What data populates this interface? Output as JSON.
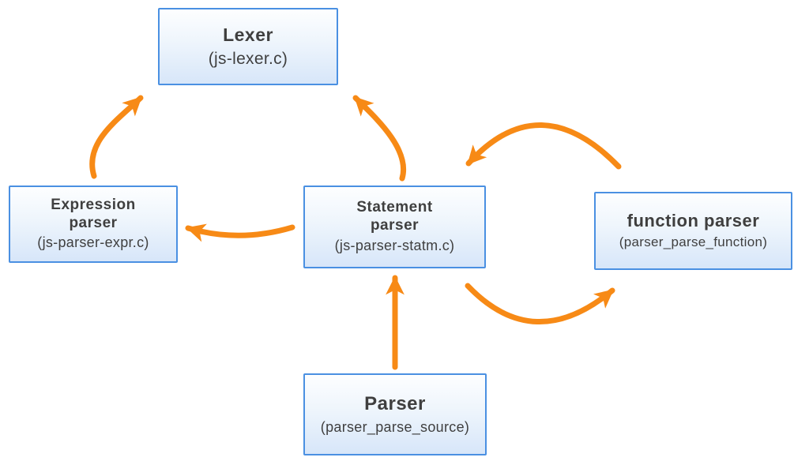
{
  "diagram": {
    "colors": {
      "box_border": "#4a90e2",
      "box_fill_top": "#fdfeff",
      "box_fill_mid": "#eef5fc",
      "box_fill_bottom": "#d7e6f9",
      "arrow": "#f78a16",
      "text": "#3f3f3f"
    },
    "nodes": [
      {
        "id": "lexer",
        "title": "Lexer",
        "subtitle": "(js-lexer.c)"
      },
      {
        "id": "expression-parser",
        "title": "Expression\nparser",
        "subtitle": "(js-parser-expr.c)"
      },
      {
        "id": "statement-parser",
        "title": "Statement\nparser",
        "subtitle": "(js-parser-statm.c)"
      },
      {
        "id": "function-parser",
        "title": "function parser",
        "subtitle": "(parser_parse_function)"
      },
      {
        "id": "parser",
        "title": "Parser",
        "subtitle": "(parser_parse_source)"
      }
    ],
    "edges": [
      {
        "from": "expression-parser",
        "to": "lexer"
      },
      {
        "from": "statement-parser",
        "to": "lexer"
      },
      {
        "from": "statement-parser",
        "to": "expression-parser"
      },
      {
        "from": "function-parser",
        "to": "statement-parser"
      },
      {
        "from": "statement-parser",
        "to": "function-parser"
      },
      {
        "from": "parser",
        "to": "statement-parser"
      }
    ]
  }
}
